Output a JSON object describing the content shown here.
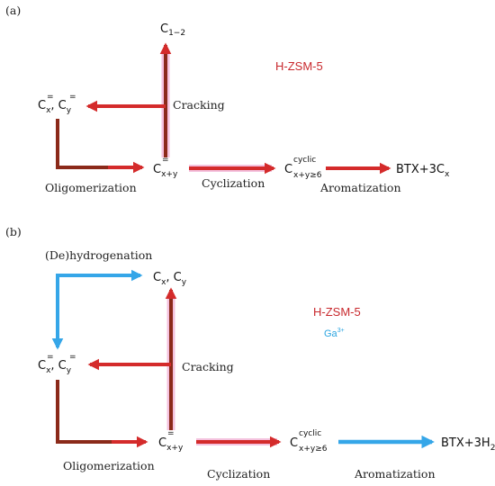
{
  "panel_a": {
    "tag": "(a)",
    "catalyst": "H-ZSM-5",
    "labels": {
      "cracking": "Cracking",
      "oligomerization": "Oligomerization",
      "cyclization": "Cyclization",
      "aromatization": "Aromatization"
    },
    "species": {
      "c12": {
        "main": "C",
        "sub": "1−2"
      },
      "cx_cy": {
        "c1": "C",
        "s1": "x",
        "sep": ", ",
        "c2": "C",
        "s2": "y",
        "sup": "="
      },
      "cxy": {
        "main": "C",
        "sup": "=",
        "sub": "x+y"
      },
      "cyclic": {
        "main": "C",
        "sup": "cyclic",
        "sub": "x+y≥6"
      },
      "product": {
        "main": "BTX+3C",
        "sub": "x"
      }
    },
    "colors": {
      "arrow": "#d42b2b",
      "shaft": "#8b2a1a",
      "glow": "#f4c2de"
    }
  },
  "panel_b": {
    "tag": "(b)",
    "catalyst_1": "H-ZSM-5",
    "catalyst_2": "Ga",
    "catalyst_2_sup": "3+",
    "labels": {
      "dehydrogenation": "(De)hydrogenation",
      "cracking": "Cracking",
      "oligomerization": "Oligomerization",
      "cyclization": "Cyclization",
      "aromatization": "Aromatization"
    },
    "species": {
      "cx_cy_top": {
        "c1": "C",
        "s1": "x",
        "sep": ", ",
        "c2": "C",
        "s2": "y"
      },
      "cx_cy": {
        "c1": "C",
        "s1": "x",
        "sep": ", ",
        "c2": "C",
        "s2": "y",
        "sup": "="
      },
      "cxy": {
        "main": "C",
        "sup": "=",
        "sub": "x+y"
      },
      "cyclic": {
        "main": "C",
        "sup": "cyclic",
        "sub": "x+y≥6"
      },
      "product": {
        "main": "BTX+3H",
        "sub": "2"
      }
    },
    "colors": {
      "red_arrow": "#d42b2b",
      "shaft": "#8b2a1a",
      "blue_arrow": "#35a6e8",
      "glow": "#f4c2de"
    }
  }
}
